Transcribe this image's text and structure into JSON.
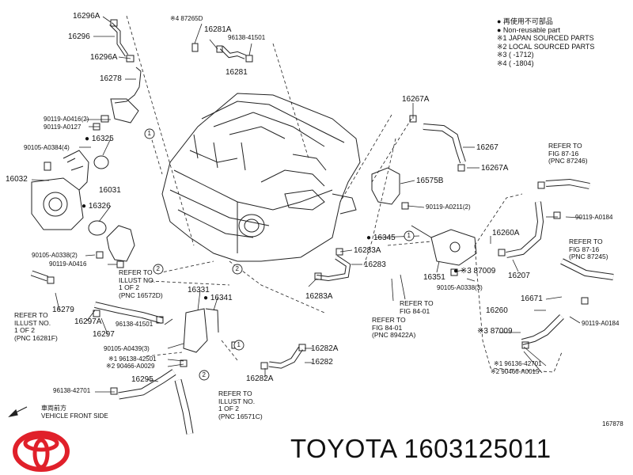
{
  "legend": {
    "line1": "● 再使用不可部品",
    "line2": "● Non-reusable part",
    "line3": "※1 JAPAN SOURCED PARTS",
    "line4": "※2 LOCAL SOURCED PARTS",
    "line5": "※3 (      -1712)",
    "line6": "※4 (      -1804)"
  },
  "parts": {
    "p16296A_top": "16296A",
    "p16296": "16296",
    "p16296A_mid": "16296A",
    "p16278": "16278",
    "p90119A0416_2": "90119-A0416(2)",
    "p90119A0127": "90119-A0127",
    "p90105A0384": "90105-A0384(4)",
    "p16325": "16325",
    "p16032": "16032",
    "p16031": "16031",
    "p16326": "16326",
    "p90105A0338_2": "90105-A0338(2)",
    "p90119A0416": "90119-A0416",
    "p87265D": "※4 87265D",
    "p16281A": "16281A",
    "p96138_41501_top": "96138-41501",
    "p16281": "16281",
    "p16267A_top": "16267A",
    "p16267": "16267",
    "p16267A_bot": "16267A",
    "p16575B": "16575B",
    "p90119A0211": "90119-A0211(2)",
    "p90119A0184_top": "90119-A0184",
    "p16345": "16345",
    "p16283A_top": "16283A",
    "p16283": "16283",
    "p16283A_bot": "16283A",
    "p16351": "16351",
    "p87009_mid": "※3 87009",
    "p90105A0338_3": "90105-A0338(3)",
    "p16260A": "16260A",
    "p16207": "16207",
    "p16671": "16671",
    "p16260": "16260",
    "p90119A0184_bot": "90119-A0184",
    "p87009_bot": "※3 87009",
    "p96136_42701": "※1 96136-42701",
    "p90466A0015": "※2 90466-A0015",
    "p16279": "16279",
    "p16297A": "16297A",
    "p96138_41501_mid": "96138-41501",
    "p16297": "16297",
    "p16331": "16331",
    "p16341": "16341",
    "p90105A0439": "90105-A0439(3)",
    "p96138_42501": "※1 96138-42501",
    "p90466A0029": "※2 90466-A0029",
    "p16295": "16295",
    "p96138_42701": "96138-42701",
    "p16282A_top": "16282A",
    "p16282": "16282",
    "p16282A_bot": "16282A",
    "p167878": "167878"
  },
  "refs": {
    "r1": "REFER TO\nILLUST NO.\n1 OF 2\n(PNC 16572D)",
    "r2": "REFER TO\nILLUST NO.\n1 OF 2\n(PNC 16281F)",
    "r3": "REFER TO\nILLUST NO.\n1 OF 2\n(PNC 16571C)",
    "r4": "REFER TO\nFIG 84-01",
    "r5": "REFER TO\nFIG 84-01\n(PNC 89422A)",
    "r6": "REFER TO\nFIG 87-16\n(PNC 87246)",
    "r7": "REFER TO\nFIG 87-16\n(PNC 87245)"
  },
  "circled": [
    "1",
    "2",
    "2",
    "1",
    "1",
    "2"
  ],
  "direction": {
    "jp": "車両前方",
    "en": "VEHICLE FRONT SIDE"
  },
  "brand": {
    "text": "TOYOTA 1603125011",
    "logo_color": "#e0202a"
  }
}
